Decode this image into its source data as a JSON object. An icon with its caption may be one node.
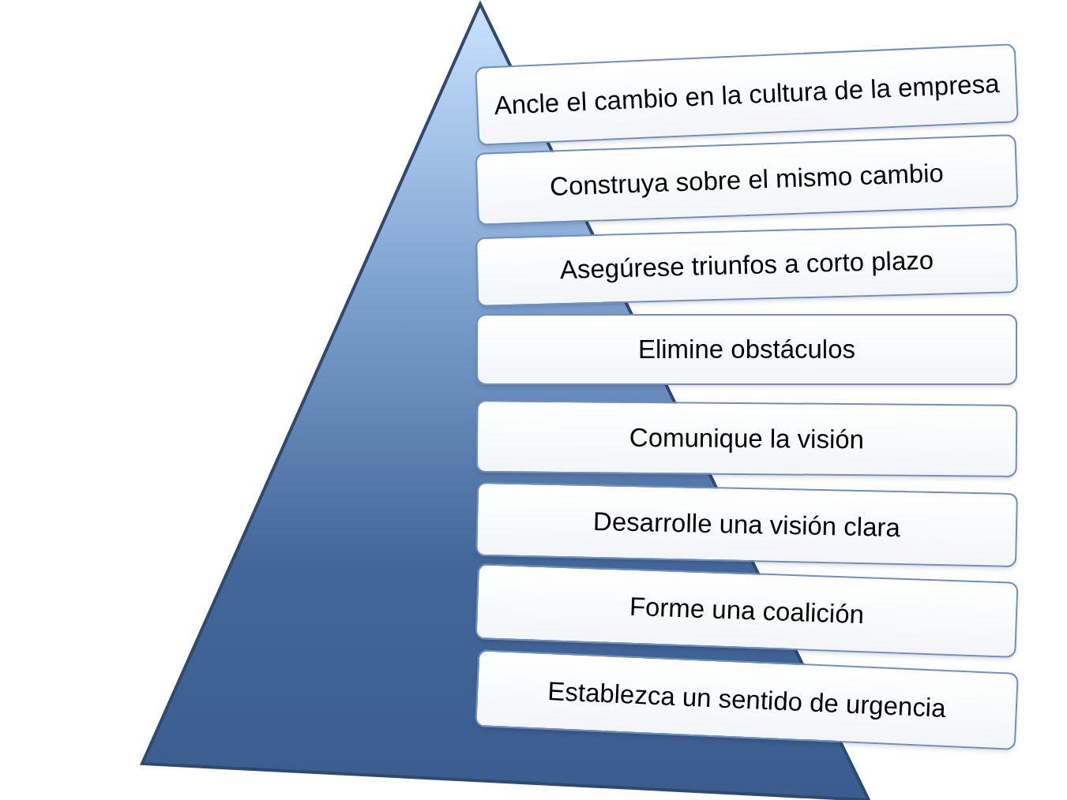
{
  "diagram": {
    "nodes": [
      {
        "text": [
          "Ancle el cambio en la cultura de la empresa"
        ]
      },
      {
        "text": [
          "Construya sobre el mismo cambio"
        ]
      },
      {
        "text": [
          "Asegúrese triunfos a corto plazo"
        ]
      },
      {
        "text": [
          "Elimine obstáculos"
        ]
      },
      {
        "text": [
          "Comunique la visión"
        ]
      },
      {
        "text": [
          "Desarrolle una visión clara"
        ]
      },
      {
        "text": [
          "Forme una coalición"
        ]
      },
      {
        "text": [
          "Establezca un sentido de urgencia"
        ]
      }
    ]
  }
}
